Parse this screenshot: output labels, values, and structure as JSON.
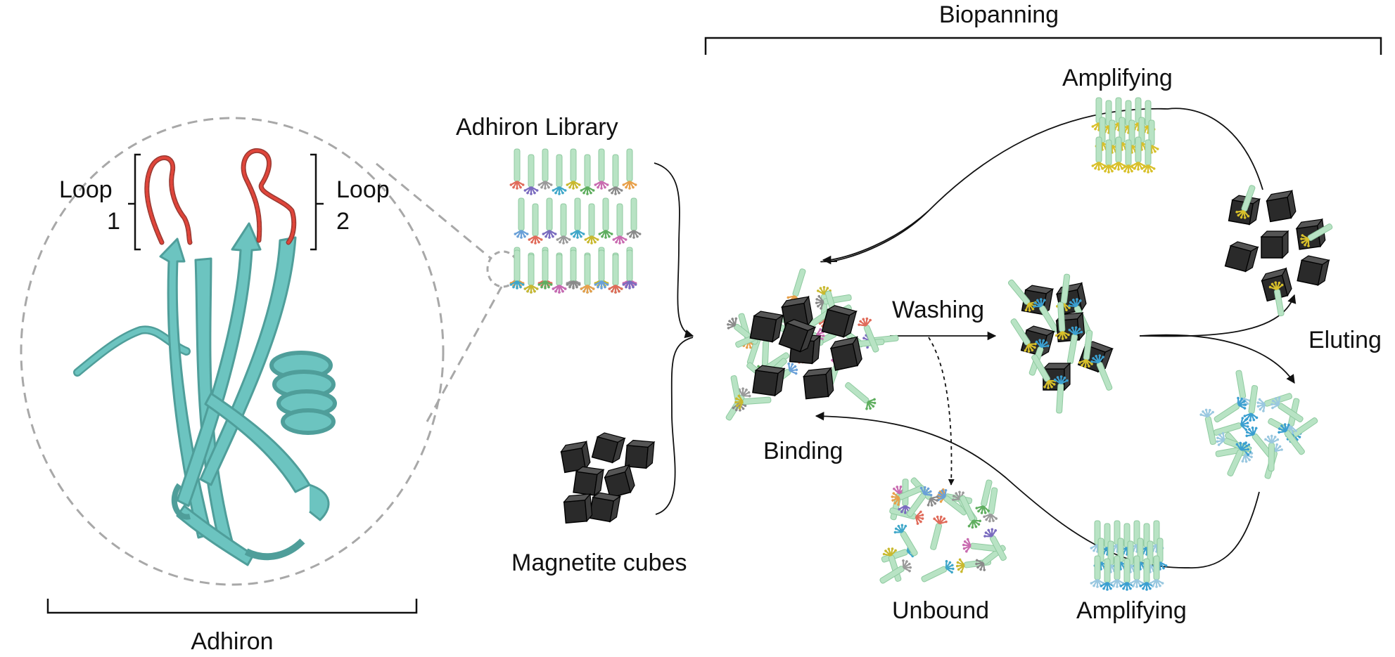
{
  "labels": {
    "biopanning": "Biopanning",
    "adhiron": "Adhiron",
    "loop1_word": "Loop",
    "loop1_num": "1",
    "loop2_word": "Loop",
    "loop2_num": "2",
    "library": "Adhiron Library",
    "magnetite": "Magnetite cubes",
    "washing": "Washing",
    "binding": "Binding",
    "unbound": "Unbound",
    "amplifying_top": "Amplifying",
    "amplifying_bottom": "Amplifying",
    "eluting": "Eluting"
  },
  "colors": {
    "protein": "#6cc4c0",
    "loop": "#e0453a",
    "phage": "#b8e3c4",
    "cube": "#2a2a2a",
    "dashed_circle": "#a8a8a8",
    "line": "#111111",
    "tip_palette": [
      "#e06b5a",
      "#7a6bbf",
      "#9a9a9a",
      "#3fa7c9",
      "#c9b92f",
      "#5fae5f",
      "#c96bb0",
      "#8a8a8a",
      "#e8a04a",
      "#6aa0d8"
    ],
    "tip_yellow": "#d8c02a",
    "tip_blue": "#3a9fd0"
  }
}
